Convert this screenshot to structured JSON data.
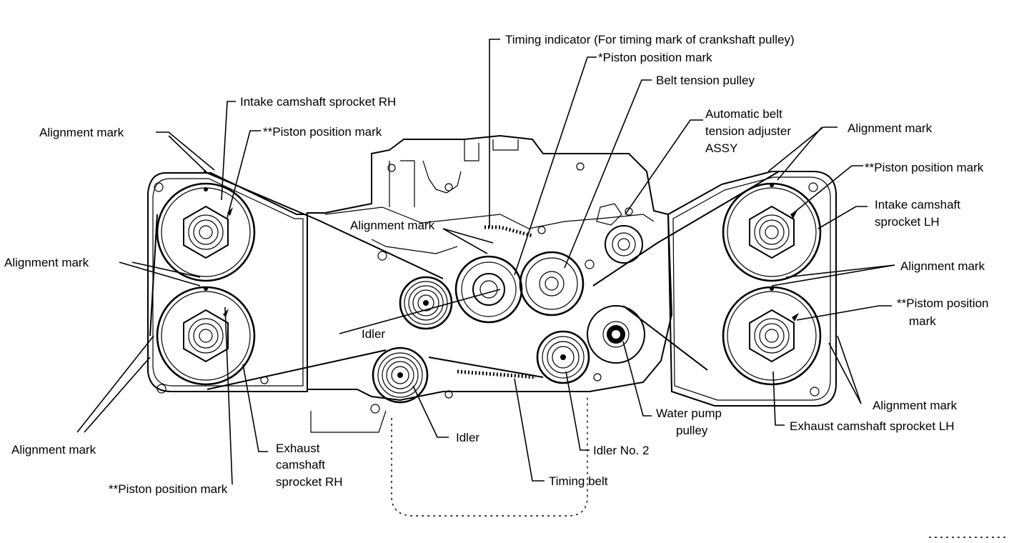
{
  "labels": {
    "timing_indicator": "Timing indicator (For timing mark of crankshaft pulley)",
    "piston_mark_top": "*Piston position mark",
    "belt_tension_pulley": "Belt tension pulley",
    "auto_adjuster_1": "Automatic belt",
    "auto_adjuster_2": "tension adjuster",
    "auto_adjuster_3": "ASSY",
    "intake_rh": "Intake camshaft sprocket RH",
    "align_top_left": "Alignment mark",
    "piston_mark_rh_top": "**Piston position mark",
    "align_mid_left": "Alignment mark",
    "align_center": "Alignment mark",
    "idler_center": "Idler",
    "align_bottom_left": "Alignment mark",
    "piston_mark_rh_bottom": "**Piston position mark",
    "exhaust_rh_1": "Exhaust",
    "exhaust_rh_2": "camshaft",
    "exhaust_rh_3": "sprocket RH",
    "idler_bottom": "Idler",
    "timing_belt": "Timing belt",
    "idler_no2": "Idler No. 2",
    "water_pump_1": "Water pump",
    "water_pump_2": "pulley",
    "align_top_right": "Alignment mark",
    "piston_mark_lh_top": "**Piston position mark",
    "intake_lh_1": "Intake camshaft",
    "intake_lh_2": "sprocket LH",
    "align_mid_right": "Alignment mark",
    "piston_mark_lh_bottom_1": "**Pistom position",
    "piston_mark_lh_bottom_2": "mark",
    "align_bottom_right": "Alignment mark",
    "exhaust_lh": "Exhaust camshaft sprocket LH"
  }
}
